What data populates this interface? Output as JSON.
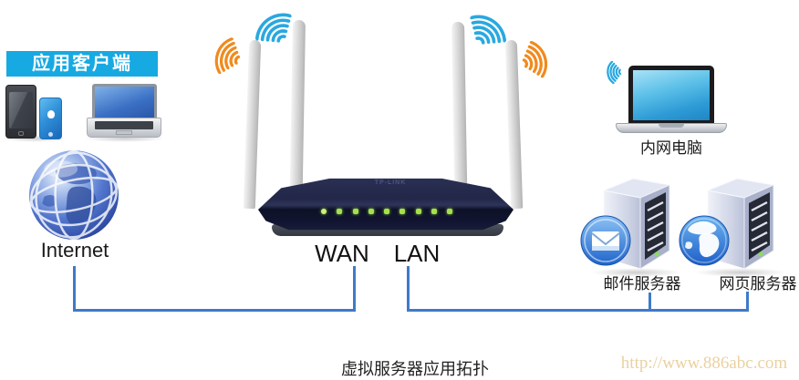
{
  "client": {
    "banner_label": "应用客户端"
  },
  "internet": {
    "label": "Internet"
  },
  "router": {
    "brand": "TP-LINK",
    "wan_label": "WAN",
    "lan_label": "LAN",
    "led_count": 9
  },
  "intranet_pc": {
    "label": "内网电脑"
  },
  "servers": {
    "mail": {
      "label": "邮件服务器"
    },
    "web": {
      "label": "网页服务器"
    }
  },
  "caption": "虚拟服务器应用拓扑",
  "watermark": "http://www.886abc.com",
  "colors": {
    "banner_bg": "#17a9e2",
    "wifi_blue": "#29a8e0",
    "wifi_orange": "#f08a1d",
    "connector_blue": "#3f7ac9",
    "led_green": "#a4e14e",
    "watermark_text": "#ead1a0"
  }
}
